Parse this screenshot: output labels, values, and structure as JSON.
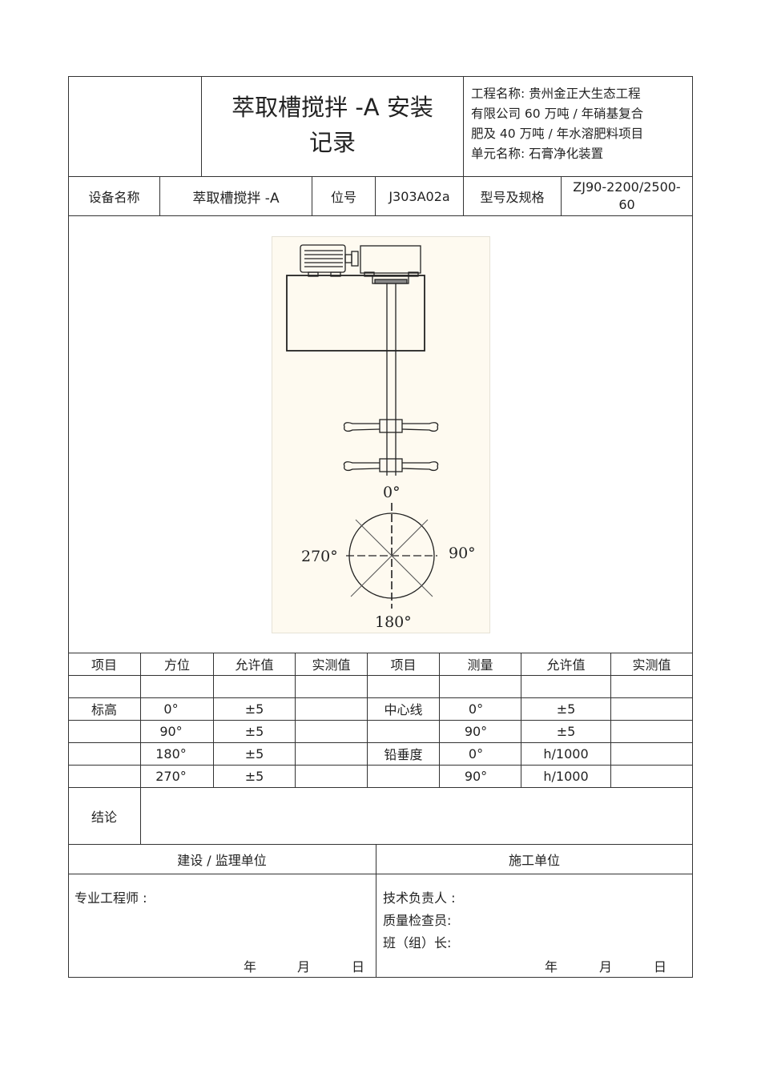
{
  "header": {
    "title_line1": "萃取槽搅拌  -A 安装",
    "title_line2": "记录",
    "project_lines": [
      "工程名称:   贵州金正大生态工程",
      "有限公司  60 万吨 / 年硝基复合",
      "肥及  40 万吨 / 年水溶肥料项目",
      "单元名称:   石膏净化装置"
    ]
  },
  "equipment": {
    "name_label": "设备名称",
    "name_value": "萃取槽搅拌  -A",
    "position_label": "位号",
    "position_value": "J303A02a",
    "model_label": "型号及规格",
    "model_value_line1": "ZJ90-2200/2500-",
    "model_value_line2": "60"
  },
  "diagram": {
    "angle_labels": {
      "top": "0°",
      "right": "90°",
      "bottom": "180°",
      "left": "270°"
    },
    "background": "#fefaf0"
  },
  "table": {
    "headers": [
      "项目",
      "方位",
      "允许值",
      "实测值",
      "项目",
      "测量",
      "允许值",
      "实测值"
    ],
    "rows": [
      [
        "",
        "",
        "",
        "",
        "",
        "",
        "",
        ""
      ],
      [
        "标高",
        "0°",
        "±5",
        "",
        "中心线",
        "0°",
        "±5",
        ""
      ],
      [
        "",
        "90°",
        "±5",
        "",
        "",
        "90°",
        "±5",
        ""
      ],
      [
        "",
        "180°",
        "±5",
        "",
        "铅垂度",
        "0°",
        "h/1000",
        ""
      ],
      [
        "",
        "270°",
        "±5",
        "",
        "",
        "90°",
        "h/1000",
        ""
      ]
    ]
  },
  "conclusion": {
    "label": "结论",
    "value": ""
  },
  "signoff": {
    "left_header": "建设 / 监理单位",
    "right_header": "施工单位",
    "left_fields": [
      "专业工程师 :"
    ],
    "right_fields": [
      "技术负责人 :",
      "质量检查员:",
      "班（组）长:"
    ],
    "date": {
      "year": "年",
      "month": "月",
      "day": "日"
    }
  }
}
